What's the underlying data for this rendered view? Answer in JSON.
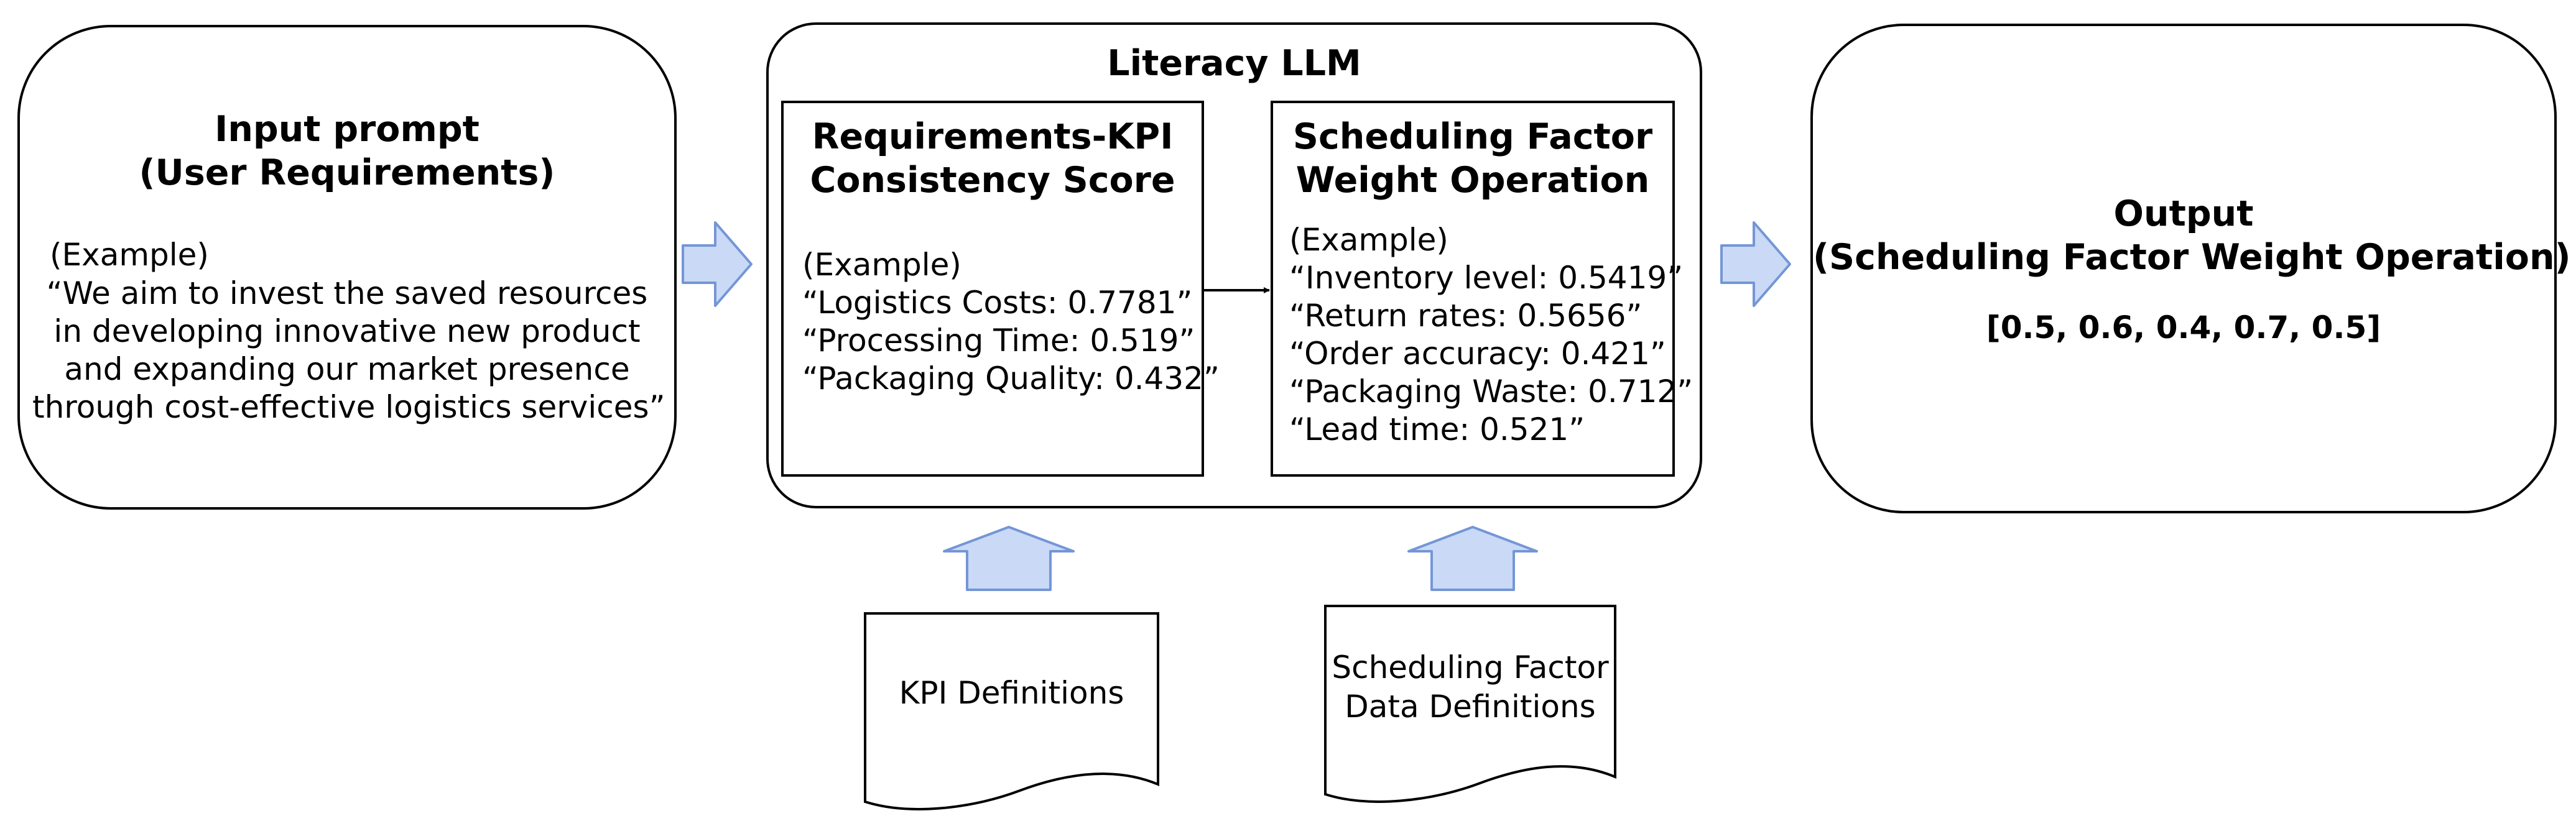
{
  "input_box": {
    "title_line1": "Input prompt",
    "title_line2": "(User Requirements)",
    "example_label": "(Example)",
    "example_lines": [
      "“We aim to invest the saved resources",
      "in developing innovative new product",
      "and expanding our market presence",
      "through cost-effective logistics services”"
    ]
  },
  "llm": {
    "title": "Literacy LLM",
    "consistency": {
      "title_line1": "Requirements-KPI",
      "title_line2": "Consistency Score",
      "example_label": "(Example)",
      "lines": [
        "“Logistics Costs: 0.7781”",
        "“Processing Time: 0.519”",
        "“Packaging Quality: 0.432”"
      ]
    },
    "weight": {
      "title_line1": "Scheduling Factor",
      "title_line2": "Weight Operation",
      "example_label": "(Example)",
      "lines": [
        "“Inventory level: 0.5419”",
        "“Return rates: 0.5656”",
        "“Order accuracy: 0.421”",
        "“Packaging Waste: 0.712”",
        "“Lead time: 0.521”"
      ]
    }
  },
  "output_box": {
    "title_line1": "Output",
    "title_line2": "(Scheduling Factor Weight Operation)",
    "values": "[0.5, 0.6, 0.4, 0.7, 0.5]"
  },
  "docs": {
    "kpi": {
      "line1": "KPI Definitions"
    },
    "scheduling": {
      "line1": "Scheduling Factor",
      "line2": "Data Definitions"
    }
  },
  "colors": {
    "arrow_fill": "#c9d9f6",
    "arrow_stroke": "#7496d6",
    "border": "#000000"
  }
}
